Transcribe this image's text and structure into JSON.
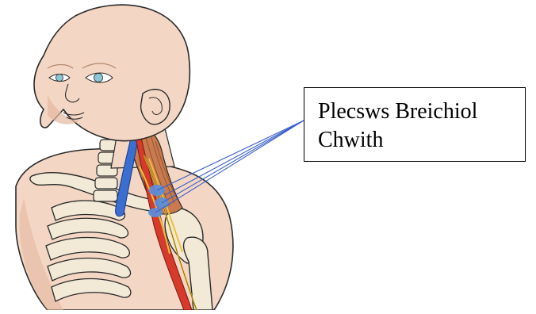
{
  "callout": {
    "line1": "Plecsws Breichiol",
    "line2": "Chwith"
  },
  "colors": {
    "skin": "#f3d6c3",
    "skin_shadow": "#e4b8a0",
    "outline": "#2a2a2a",
    "bone": "#f2ead7",
    "muscle": "#c97a4e",
    "vein": "#3a6fd1",
    "artery": "#d63a2a",
    "nerve": "#e8c23a",
    "plexus_highlight": "#5a8fe0",
    "leader_line": "#3a5fc8",
    "iris": "#8cc4d8"
  },
  "icons": {
    "figure": "infant-neck-shoulder-anatomy",
    "plexus": "brachial-plexus-highlight"
  }
}
